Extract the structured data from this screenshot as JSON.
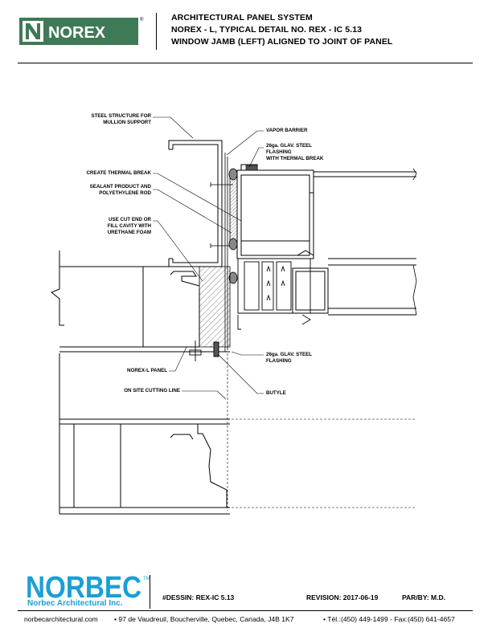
{
  "header": {
    "logo_text": "NOREX",
    "logo_mark": "®",
    "title_1": "ARCHITECTURAL PANEL SYSTEM",
    "title_2": "NOREX - L, TYPICAL DETAIL NO. REX - IC 5.13",
    "title_3": "WINDOW JAMB (LEFT) ALIGNED TO JOINT OF PANEL"
  },
  "labels": {
    "steel_structure": [
      "STEEL STRUCTURE FOR",
      "MULLION SUPPORT"
    ],
    "thermal_break": [
      "CREATE THERMAL BREAK"
    ],
    "sealant": [
      "SEALANT PRODUCT AND",
      "POLYETHYLENE ROD"
    ],
    "cut_end": [
      "USE CUT END OR",
      "FILL CAVITY WITH",
      "URETHANE FOAM"
    ],
    "norex_panel": [
      "NOREX-L PANEL"
    ],
    "cutting_line": [
      "ON SITE CUTTING LINE"
    ],
    "vapor_barrier": [
      "VAPOR BARRIER"
    ],
    "flashing_thermal": [
      "26ga. GLAV. STEEL",
      "FLASHING",
      "WITH THERMAL BREAK"
    ],
    "flashing": [
      "26ga. GLAV. STEEL",
      "FLASHING"
    ],
    "butyle": [
      "BUTYLE"
    ]
  },
  "footer": {
    "norbec_logo": "NORBEC",
    "norbec_mark": "TM",
    "company": "Norbec Architectural Inc.",
    "drawing_no": "#DESSIN:  REX-IC 5.13",
    "revision": "REVISION:  2017-06-19",
    "drawn_by": "PAR/BY:  M.D.",
    "website": "norbecarchitectural.com",
    "address": "•  97 de Vaudreuil, Boucherville, Quebec, Canada, J4B 1K7",
    "phone": "•  Tél.:(450) 449-1499 - Fax:(450) 641-4657"
  },
  "colors": {
    "norex_green": "#3f7a57",
    "norbec_blue": "#1a9fd6"
  }
}
